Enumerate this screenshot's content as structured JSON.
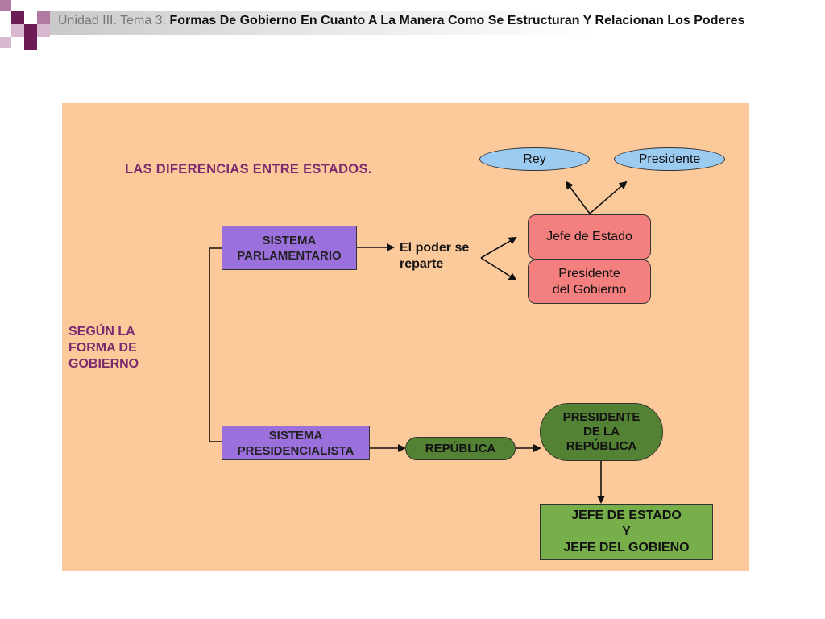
{
  "header": {
    "prefix": "Unidad III. Tema 3.",
    "title": "Formas De Gobierno En Cuanto A La Manera Como Se Estructuran Y Relacionan Los Poderes"
  },
  "diagram": {
    "heading": "LAS DIFERENCIAS ENTRE ESTADOS.",
    "side_label": [
      "SEGÚN LA",
      "FORMA DE",
      "GOBIERNO"
    ],
    "parlamentario": [
      "SISTEMA",
      "PARLAMENTARIO"
    ],
    "poder": [
      "El poder se",
      "reparte"
    ],
    "rey": "Rey",
    "presidente": "Presidente",
    "jefe_estado": "Jefe de Estado",
    "presidente_gobierno": [
      "Presidente",
      "del Gobierno"
    ],
    "presidencialista": [
      "SISTEMA",
      "PRESIDENCIALISTA"
    ],
    "republica": "REPÚBLICA",
    "presidente_republica": [
      "PRESIDENTE",
      "DE LA",
      "REPÚBLICA"
    ],
    "jefe_final": [
      "JEFE DE ESTADO",
      "Y",
      "JEFE DEL GOBIENO"
    ]
  },
  "colors": {
    "panel": "#fcc99b",
    "heading": "#7b2a6e",
    "purple_box": "#9b6fdc",
    "blue_ellipse": "#9ccbf2",
    "red_box": "#f47f7f",
    "dark_green": "#548235",
    "light_green": "#77b04a",
    "deco_dark": "#6d1c55",
    "deco_light": "#b07aa1"
  }
}
